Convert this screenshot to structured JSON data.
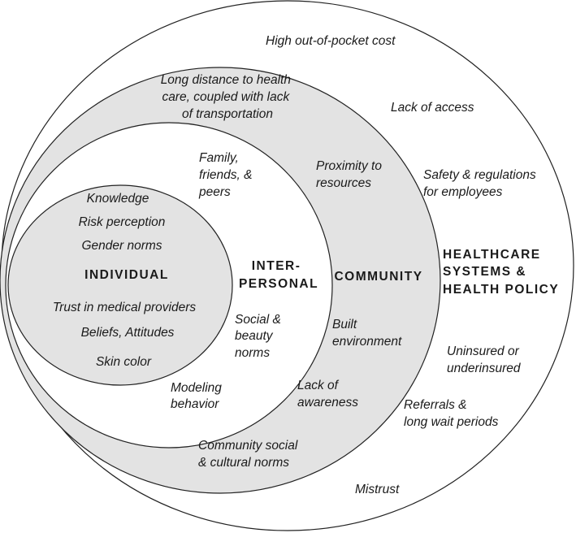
{
  "levels": {
    "individual": "INDIVIDUAL",
    "interpersonal": [
      "INTER-",
      "PERSONAL"
    ],
    "community": "COMMUNITY",
    "healthcare": [
      "HEALTHCARE",
      "SYSTEMS &",
      "HEALTH POLICY"
    ]
  },
  "individual_factors": {
    "knowledge": "Knowledge",
    "risk_perception": "Risk perception",
    "gender_norms": "Gender norms",
    "trust": "Trust in medical providers",
    "beliefs": "Beliefs, Attitudes",
    "skin_color": "Skin color"
  },
  "interpersonal_factors": {
    "family": [
      "Family,",
      "friends, &",
      "peers"
    ],
    "social_beauty": [
      "Social &",
      "beauty",
      "norms"
    ],
    "modeling": [
      "Modeling",
      "behavior"
    ]
  },
  "community_factors": {
    "long_distance": [
      "Long distance to health",
      "care, coupled with lack",
      "of transportation"
    ],
    "proximity": [
      "Proximity to",
      "resources"
    ],
    "built_env": [
      "Built",
      "environment"
    ],
    "lack_awareness": [
      "Lack of",
      "awareness"
    ],
    "social_cultural": [
      "Community social",
      "& cultural norms"
    ]
  },
  "healthcare_factors": {
    "high_cost": "High out-of-pocket cost",
    "lack_access": "Lack of access",
    "safety": [
      "Safety & regulations",
      "for employees"
    ],
    "uninsured": [
      "Uninsured or",
      "underinsured"
    ],
    "referrals": [
      "Referrals &",
      "long wait periods"
    ],
    "mistrust": "Mistrust"
  }
}
